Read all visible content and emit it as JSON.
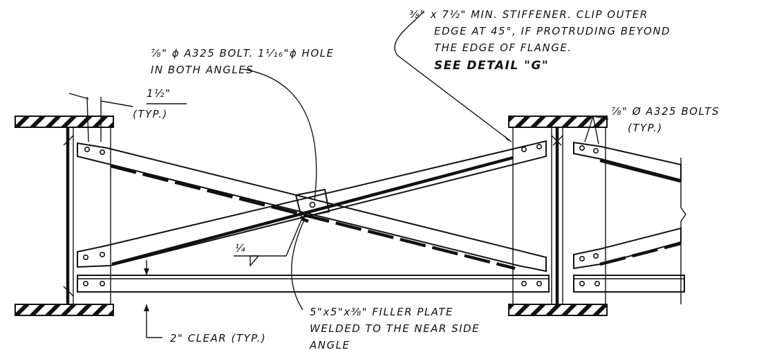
{
  "notes": {
    "stiffener": [
      "⅜\" x 7½\" MIN. STIFFENER. CLIP OUTER",
      "EDGE AT 45°,  IF PROTRUDING BEYOND",
      "THE EDGE OF FLANGE."
    ],
    "see_detail": "SEE DETAIL \"G\"",
    "bolt_hole": [
      "⅞\" ϕ A325 BOLT.  1¹⁄₁₆\"ϕ HOLE",
      "IN BOTH  ANGLES"
    ],
    "bolts_typ": [
      "⅞\" Ø A325 BOLTS",
      "(TYP.)"
    ],
    "edge_dim": [
      "1½\"",
      "(TYP.)"
    ],
    "weld": "¼",
    "filler_plate": [
      "5\"x5\"x⅜\"  FILLER  PLATE",
      "WELDED TO THE NEAR SIDE",
      "ANGLE"
    ],
    "clear": "2\" CLEAR (TYP.)"
  }
}
